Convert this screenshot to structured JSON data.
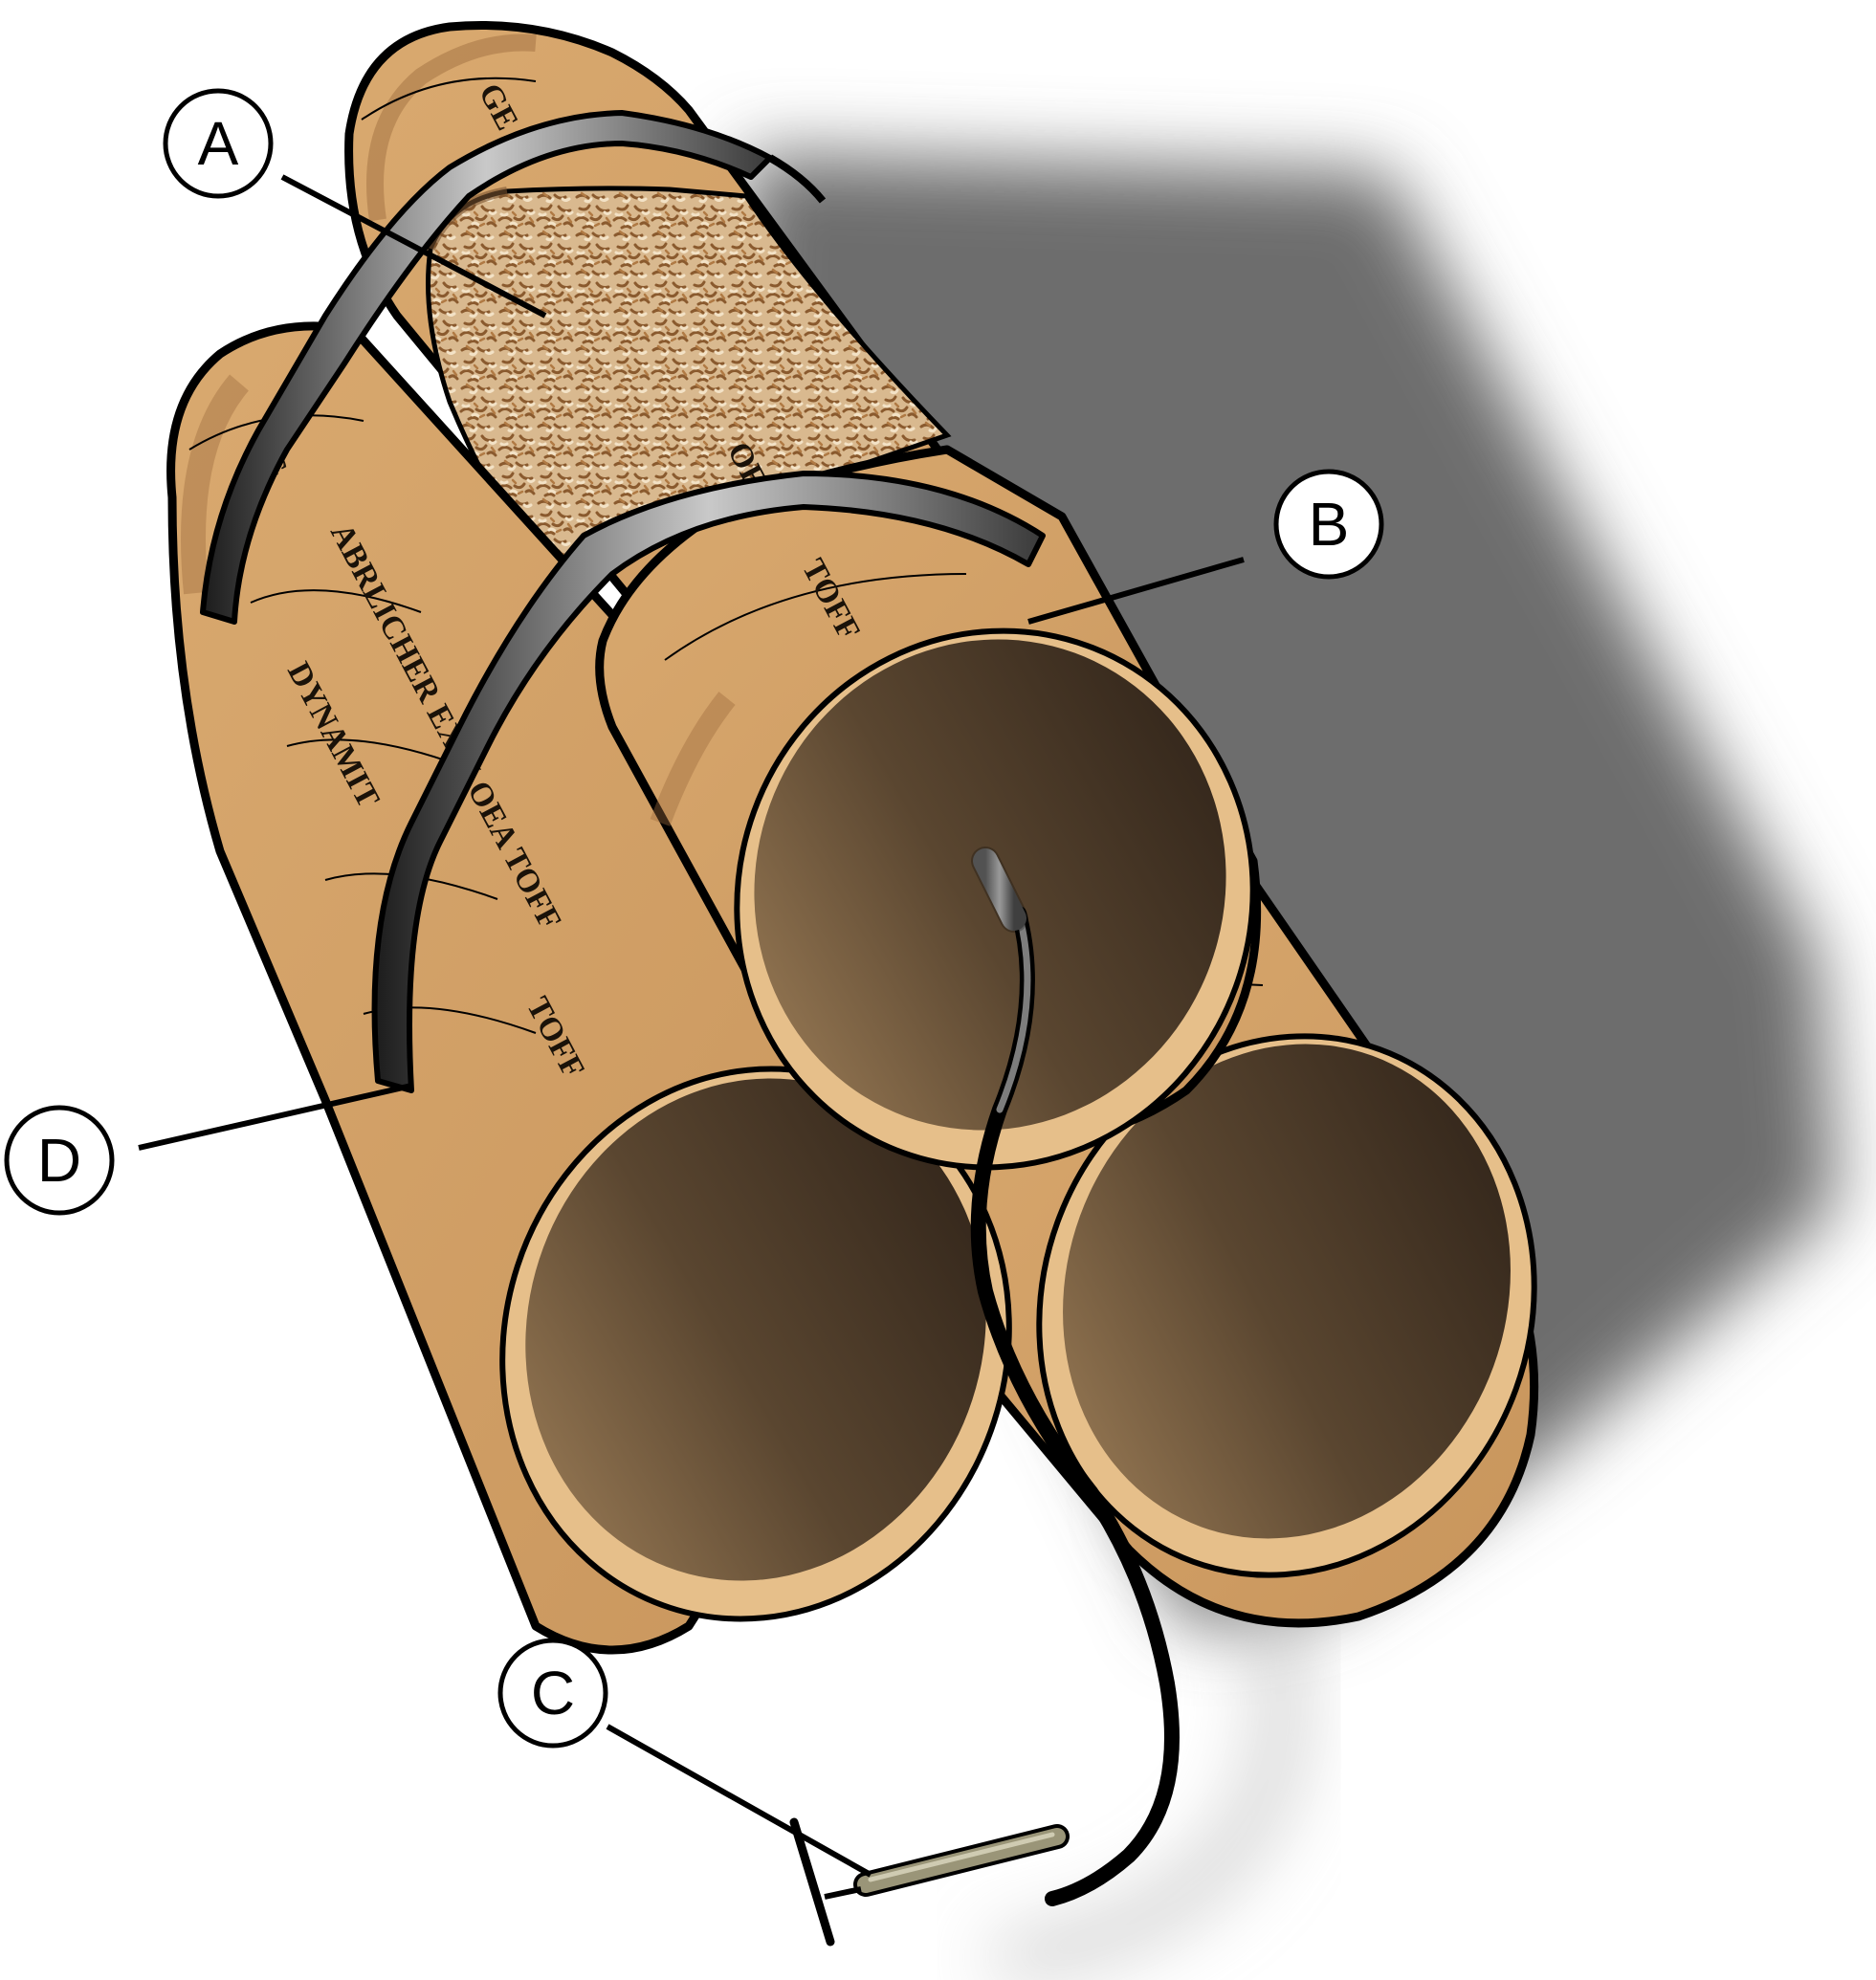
{
  "colors": {
    "paper": "#d7a66e",
    "paper_dark": "#a87443",
    "inner_dark": "#3e2f20",
    "inner_light": "#9a7a55",
    "band": "#232323",
    "band_light": "#bdbdbd",
    "outline": "#000000",
    "shadow": "#6f6f6f",
    "filling": "#caa57c",
    "fuse": "#111111",
    "igniter": "#8c8a74"
  },
  "stick_labels": {
    "back_top": "GE  B",
    "left_top": "G",
    "left_line1": "ABRLICHER EXPLOEA  TOFF",
    "left_line2": "DYNAMIT",
    "right_mid": "OEA",
    "right_end": "TOFF",
    "left_end": "TOFF"
  },
  "callouts": {
    "a": "A",
    "b": "B",
    "c": "C",
    "d": "D"
  }
}
